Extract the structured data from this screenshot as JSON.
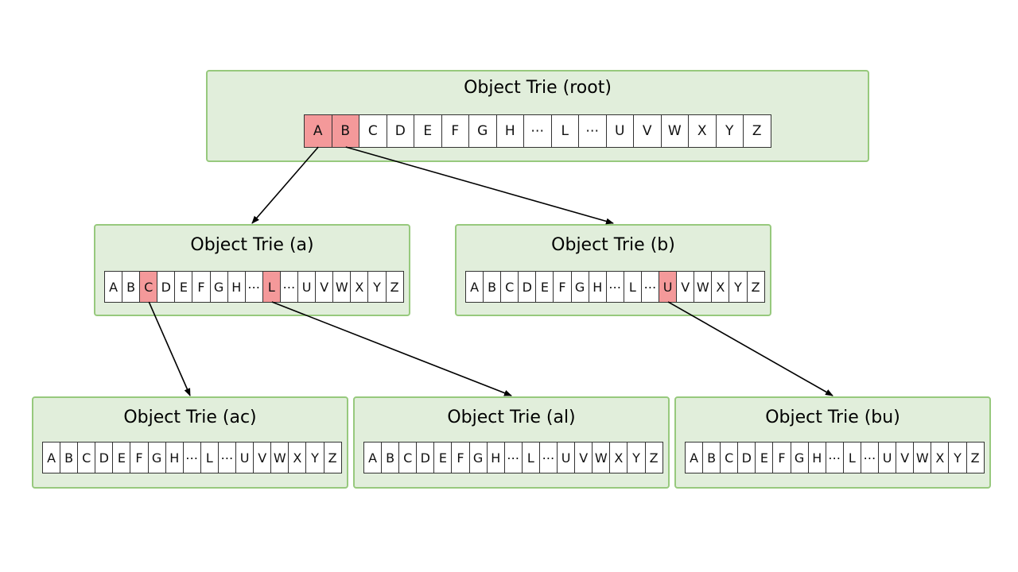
{
  "alphabet": [
    "A",
    "B",
    "C",
    "D",
    "E",
    "F",
    "G",
    "H",
    "⋯",
    "L",
    "⋯",
    "U",
    "V",
    "W",
    "X",
    "Y",
    "Z"
  ],
  "nodes": {
    "root": {
      "title": "Object Trie (root)",
      "highlighted": [
        "A",
        "B"
      ]
    },
    "a": {
      "title": "Object Trie (a)",
      "highlighted": [
        "C",
        "L"
      ]
    },
    "b": {
      "title": "Object Trie (b)",
      "highlighted": [
        "U"
      ]
    },
    "ac": {
      "title": "Object Trie (ac)",
      "highlighted": []
    },
    "al": {
      "title": "Object Trie (al)",
      "highlighted": []
    },
    "bu": {
      "title": "Object Trie (bu)",
      "highlighted": []
    }
  },
  "edges": [
    {
      "from": "root",
      "letter": "A",
      "to": "a"
    },
    {
      "from": "root",
      "letter": "B",
      "to": "b"
    },
    {
      "from": "a",
      "letter": "C",
      "to": "ac"
    },
    {
      "from": "a",
      "letter": "L",
      "to": "al"
    },
    {
      "from": "b",
      "letter": "U",
      "to": "bu"
    }
  ],
  "colors": {
    "node_fill": "#e1eedb",
    "node_border": "#97c97d",
    "highlight": "#f4999a",
    "arrow": "#000000"
  }
}
